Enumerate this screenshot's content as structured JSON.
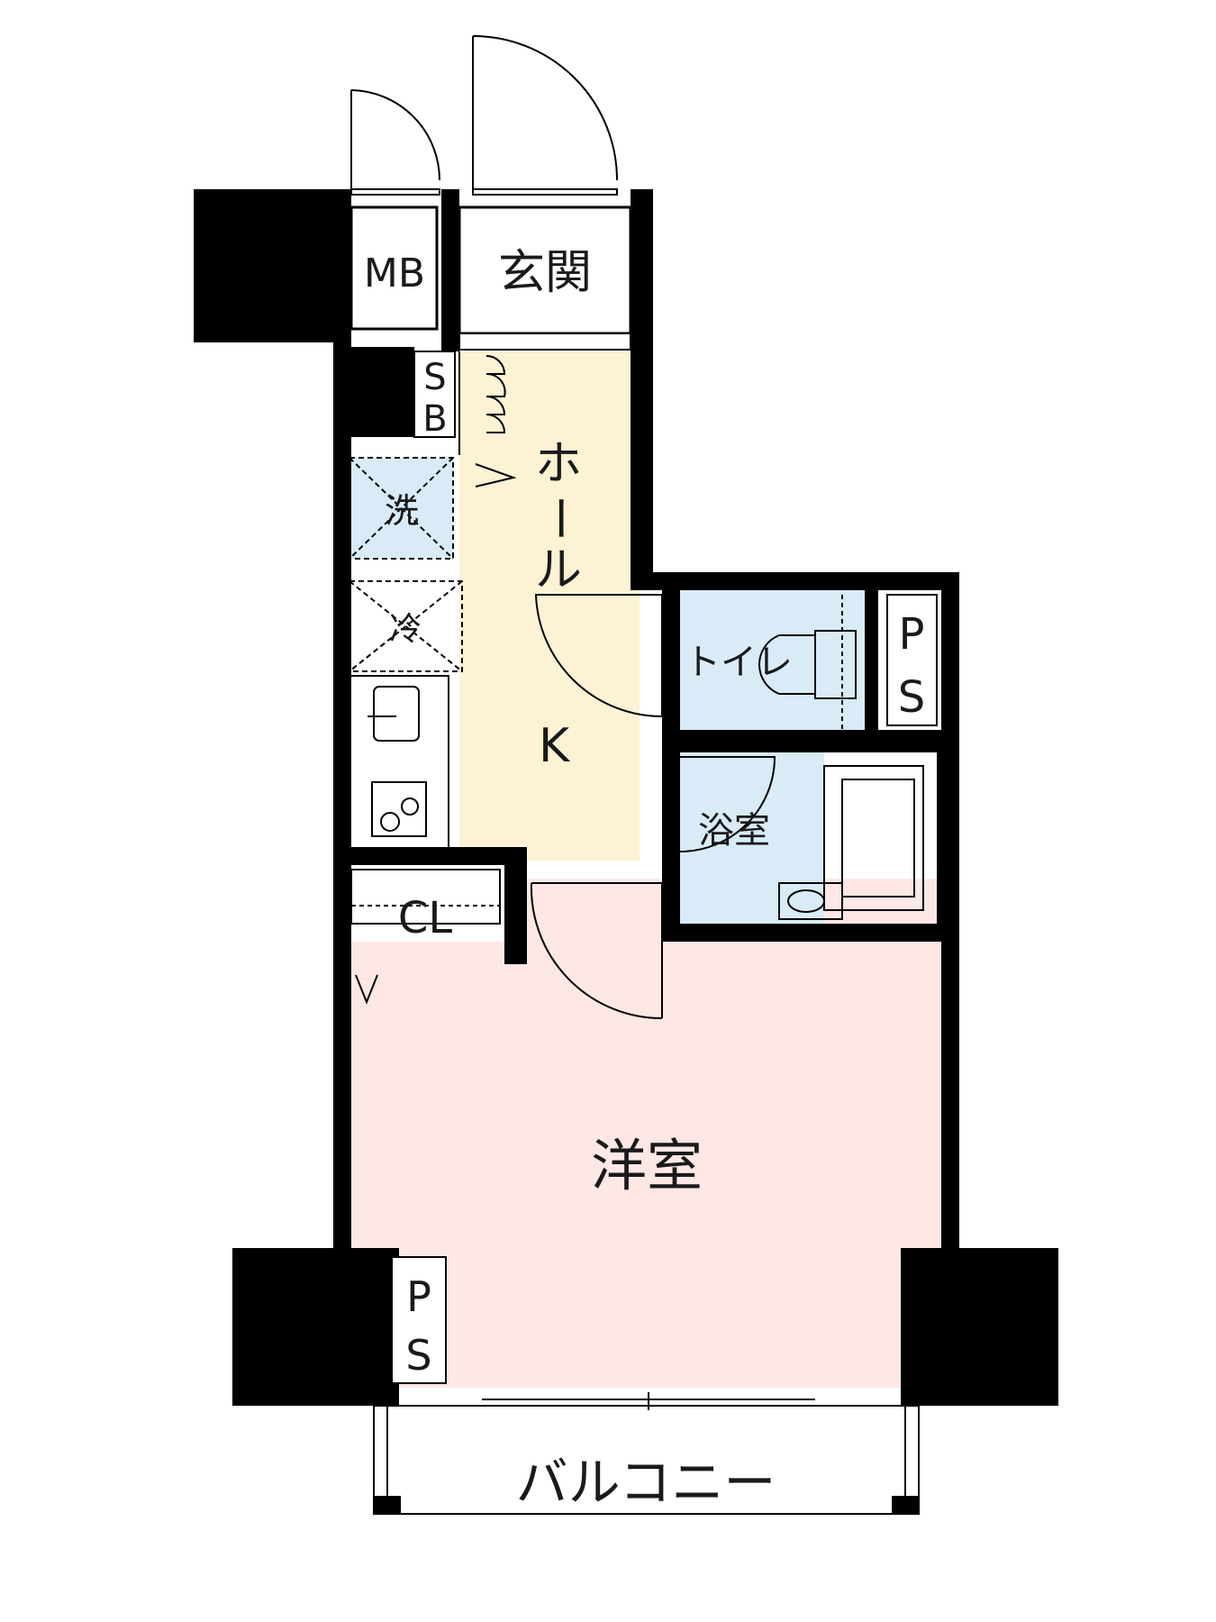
{
  "labels": {
    "mb": "MB",
    "entrance": "玄関",
    "sb_s": "S",
    "sb_b": "B",
    "hall_1": "ホ",
    "hall_2": "ー",
    "hall_3": "ル",
    "washer": "洗",
    "fridge": "冷",
    "kitchen": "K",
    "toilet": "トイレ",
    "ps_top_p": "P",
    "ps_top_s": "S",
    "bath": "浴室",
    "closet": "CL",
    "western_room": "洋室",
    "ps_bottom_p": "P",
    "ps_bottom_s": "S",
    "balcony": "バルコニー"
  },
  "colors": {
    "wall": "#000000",
    "hall_kitchen_floor": "#fdf2d4",
    "western_room_floor": "#fde8e6",
    "wet_area_floor": "#d9ebf7",
    "background": "#ffffff"
  }
}
